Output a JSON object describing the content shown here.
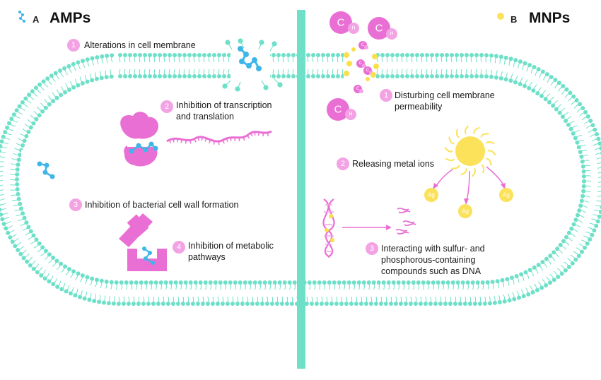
{
  "panel_a": {
    "letter": "A",
    "title": "AMPs",
    "steps": [
      {
        "num": "1",
        "text": "Alterations in cell membrane"
      },
      {
        "num": "2",
        "text_lines": [
          "Inhibition of transcription",
          "and translation"
        ]
      },
      {
        "num": "3",
        "text": "Inhibition of bacterial cell wall formation"
      },
      {
        "num": "4",
        "text_lines": [
          "Inhibition of metabolic",
          "pathways"
        ]
      }
    ]
  },
  "panel_b": {
    "letter": "B",
    "title": "MNPs",
    "steps": [
      {
        "num": "1",
        "text_lines": [
          "Disturbing cell membrane",
          "permeability"
        ]
      },
      {
        "num": "2",
        "text": "Releasing metal ions"
      },
      {
        "num": "3",
        "text_lines": [
          "Interacting with sulfur- and",
          "phosphorous-containing",
          "compounds such as DNA"
        ]
      }
    ],
    "ion_label": "Ag",
    "molecule_c": "C",
    "molecule_h": "H"
  },
  "colors": {
    "membrane": "#6ee0c8",
    "divider": "#6ee0c8",
    "pink": "#ea6fd5",
    "pink_light": "#f3a3e4",
    "blue": "#3fb6e8",
    "yellow": "#f9e04b",
    "sun": "#fbe25a"
  },
  "icons": [
    "amp-molecule-icon",
    "ribosome-icon",
    "mrna-strand-icon",
    "enzyme-icon",
    "sun-nanoparticle-icon",
    "silver-ion-icon",
    "dna-helix-icon",
    "dna-fragment-icon"
  ]
}
